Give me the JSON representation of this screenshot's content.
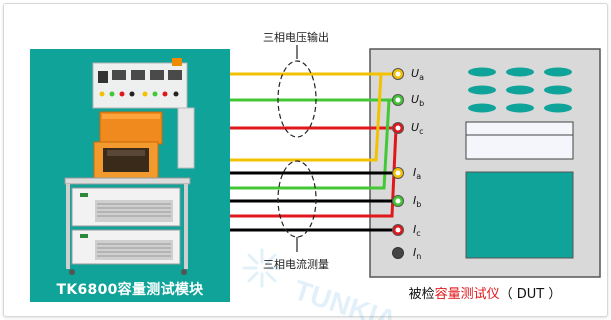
{
  "labels": {
    "voltage_output": "三相电压输出",
    "current_measure": "三相电流测量",
    "module_caption": "TK6800容量测试模块",
    "dut_prefix": "被检",
    "dut_highlight": "容量测试仪",
    "dut_suffix": "（ DUT ）",
    "watermark": "TUNKIA"
  },
  "terminals": {
    "ua": {
      "main": "U",
      "sub": "a"
    },
    "ub": {
      "main": "U",
      "sub": "b"
    },
    "uc": {
      "main": "U",
      "sub": "c"
    },
    "ia": {
      "main": "I",
      "sub": "a"
    },
    "ib": {
      "main": "I",
      "sub": "b"
    },
    "ic": {
      "main": "I",
      "sub": "c"
    },
    "in": {
      "main": "I",
      "sub": "n"
    }
  },
  "colors": {
    "teal": "#10a39a",
    "phase_a": "#f2c200",
    "phase_b": "#44c734",
    "phase_c": "#e0171c",
    "neutral": "#000000",
    "dut_panel": "#d9d9d9",
    "highlight_text": "#e0171c"
  }
}
